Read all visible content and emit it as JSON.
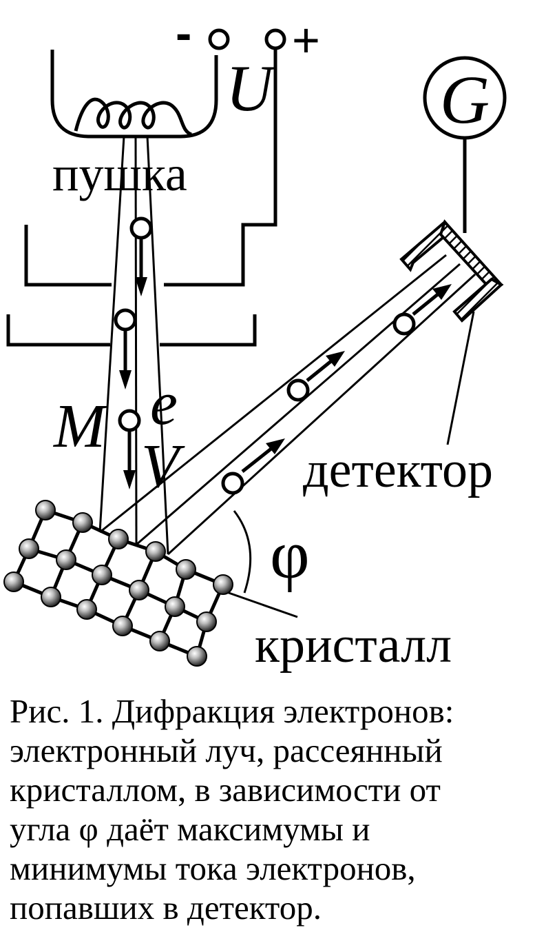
{
  "labels": {
    "minus": "-",
    "plus": "+",
    "voltage": "U",
    "gun": "пушка",
    "galvanometer": "G",
    "electron": "e",
    "m": "M",
    "v": "V",
    "angle": "φ",
    "detector": "детектор",
    "crystal": "кристалл"
  },
  "caption": {
    "lines": [
      "Рис. 1. Дифракция электронов:",
      "электронный луч, рассеянный",
      "кристаллом, в зависимости от",
      "угла φ даёт максимумы и",
      "минимумы тока электронов,",
      "попавших в детектор."
    ]
  },
  "colors": {
    "ink": "#000000",
    "paper": "#ffffff"
  }
}
